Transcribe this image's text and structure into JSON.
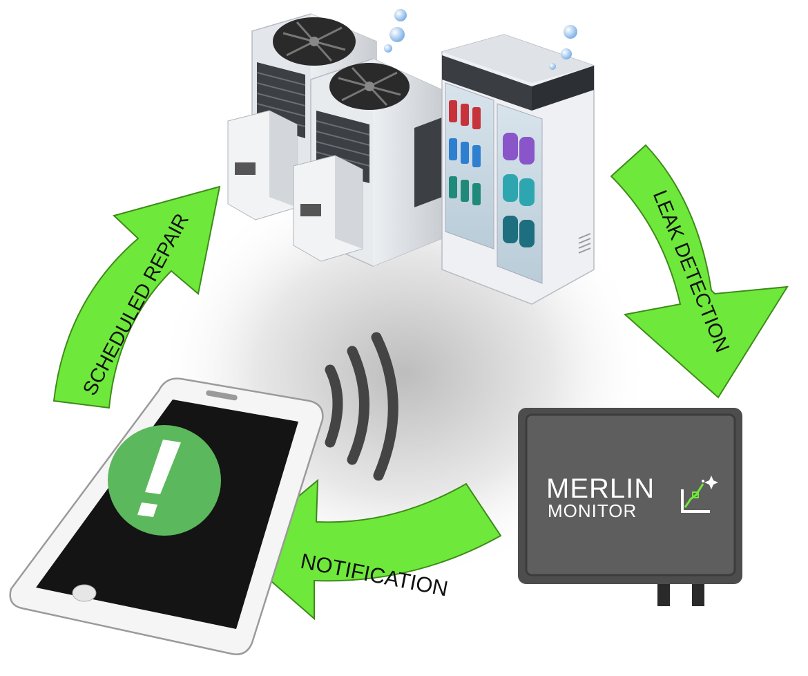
{
  "diagram": {
    "steps": [
      {
        "id": "leak-detection",
        "label": "LEAK DETECTION"
      },
      {
        "id": "notification",
        "label": "NOTIFICATION"
      },
      {
        "id": "scheduled-repair",
        "label": "SCHEDULED REPAIR"
      }
    ],
    "device": {
      "logo_line1": "MERLIN",
      "logo_line2": "MONITOR"
    },
    "phone_alert_glyph": "!",
    "colors": {
      "arrow_green": "#6EE83A",
      "arrow_outline": "#2f6b12",
      "device_body": "#5a5a5a",
      "alert_circle": "#5cb85c",
      "signal_waves": "#444444"
    },
    "icons": [
      "refrigeration-units-icon",
      "display-fridge-icon",
      "smartphone-alert-icon",
      "wireless-signal-icon",
      "monitor-device-icon"
    ]
  }
}
